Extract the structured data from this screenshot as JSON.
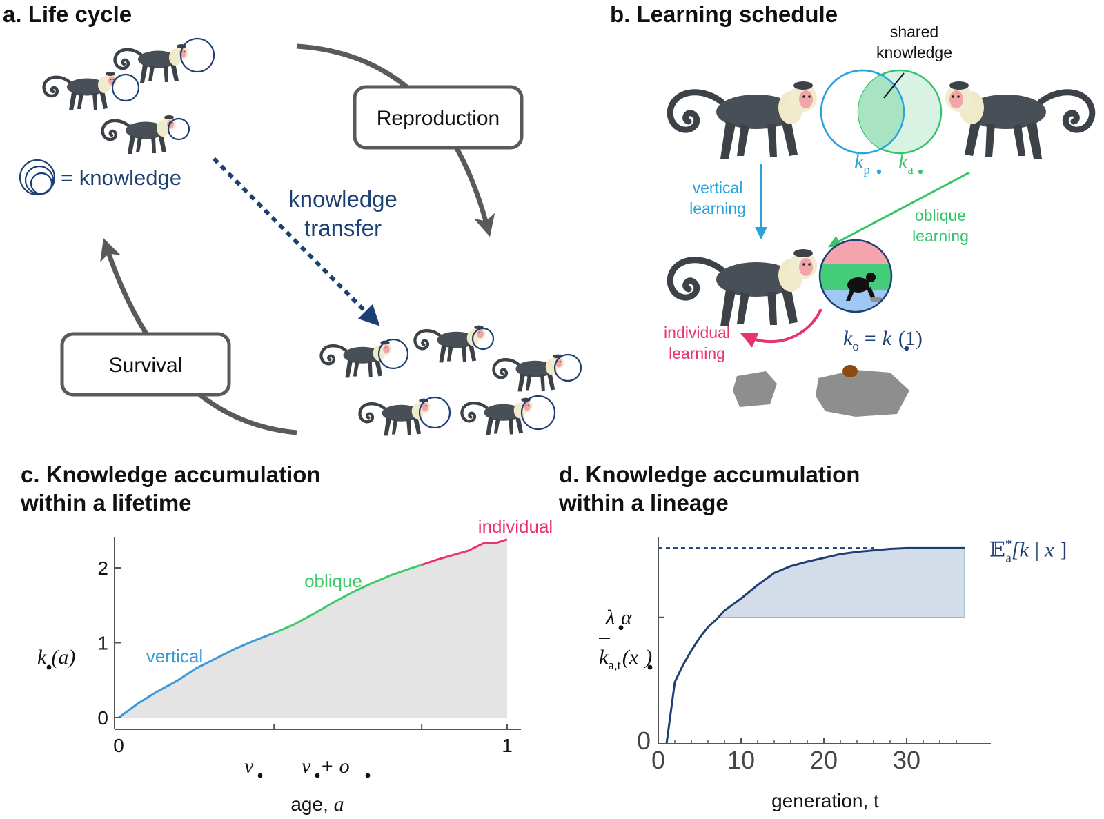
{
  "panel_a": {
    "title": "a. Life cycle",
    "legend": "= knowledge",
    "reproduction": "Reproduction",
    "survival": "Survival",
    "transfer_line1": "knowledge",
    "transfer_line2": "transfer"
  },
  "panel_b": {
    "title": "b. Learning schedule",
    "shared_line1": "shared",
    "shared_line2": "knowledge",
    "kp_base": "k",
    "kp_sub": "p",
    "ka_base": "k",
    "ka_sub": "a",
    "vertical_line1": "vertical",
    "vertical_line2": "learning",
    "oblique_line1": "oblique",
    "oblique_line2": "learning",
    "individual_line1": "individual",
    "individual_line2": "learning",
    "ko_base": "k",
    "ko_sub": "o",
    "ko_rhs": "= k",
    "ko_arg": "(1)"
  },
  "panel_c": {
    "title_line1": "c. Knowledge accumulation",
    "title_line2": "within a lifetime",
    "chart_data": {
      "type": "line",
      "title": "",
      "xlabel_text": "age, ",
      "xlabel_var": "a",
      "ylabel_base": "k",
      "ylabel_arg": "(a)",
      "x_ticks": [
        "0",
        "1"
      ],
      "x_marks": {
        "v": "v",
        "vo_v": "v",
        "vo_plus": " + o"
      },
      "y_ticks": [
        "0",
        "1",
        "2"
      ],
      "xlim": [
        0,
        1
      ],
      "ylim": [
        0,
        2.5
      ],
      "boundaries": [
        0.4,
        0.78
      ],
      "series": [
        {
          "name": "vertical",
          "color": "#3a9ad9",
          "x": [
            0,
            0.05,
            0.1,
            0.15,
            0.2,
            0.25,
            0.3,
            0.35,
            0.4
          ],
          "y": [
            0,
            0.19,
            0.35,
            0.49,
            0.66,
            0.79,
            0.92,
            1.03,
            1.13
          ]
        },
        {
          "name": "oblique",
          "color": "#3ec96b",
          "x": [
            0.4,
            0.45,
            0.5,
            0.55,
            0.6,
            0.65,
            0.7,
            0.75,
            0.78
          ],
          "y": [
            1.13,
            1.24,
            1.38,
            1.53,
            1.67,
            1.79,
            1.9,
            1.99,
            2.04
          ]
        },
        {
          "name": "individual",
          "color": "#e8336b",
          "x": [
            0.78,
            0.82,
            0.86,
            0.9,
            0.94,
            0.97,
            1.0
          ],
          "y": [
            2.04,
            2.11,
            2.17,
            2.23,
            2.33,
            2.33,
            2.38
          ]
        }
      ]
    }
  },
  "panel_d": {
    "title_line1": "d. Knowledge accumulation",
    "title_line2": "within a lineage",
    "chart_data": {
      "type": "line",
      "title": "",
      "xlabel": "generation, t",
      "x_ticks": [
        0,
        10,
        20,
        30
      ],
      "y_ticks": [
        "0"
      ],
      "xlim": [
        0,
        40
      ],
      "ylim": [
        0,
        2.75
      ],
      "lambda_alpha_label": "λ",
      "lambda_alpha_tail": "α",
      "lambda_alpha_value": 1.68,
      "asymptote_value": 2.6,
      "asymptote_label": "𝔼",
      "asymptote_label_sup": "*",
      "asymptote_label_sub": "a",
      "asymptote_label_tail": "[k | x",
      "asymptote_label_close": "]",
      "ylabel_base": "k",
      "ylabel_sub": "a,t",
      "ylabel_arg_open": "(x",
      "ylabel_arg_close": ")",
      "series": [
        {
          "name": "",
          "color": "#1d3f73",
          "x": [
            1,
            2,
            3,
            4,
            5,
            6,
            7,
            8,
            10,
            12,
            14,
            16,
            18,
            20,
            22,
            24,
            26,
            28,
            30,
            32,
            34,
            37
          ],
          "y": [
            0,
            0.82,
            1.05,
            1.24,
            1.41,
            1.55,
            1.65,
            1.77,
            1.93,
            2.11,
            2.27,
            2.36,
            2.42,
            2.47,
            2.52,
            2.55,
            2.57,
            2.59,
            2.6,
            2.6,
            2.6,
            2.6
          ]
        }
      ]
    }
  },
  "colors": {
    "navy": "#1d3f73",
    "gray_arrow": "#5a5a5a",
    "vertical": "#2aa3db",
    "oblique": "#36c36c",
    "individual": "#e8336b",
    "area": "#e4e4e4",
    "shade": "#d3dde9"
  }
}
